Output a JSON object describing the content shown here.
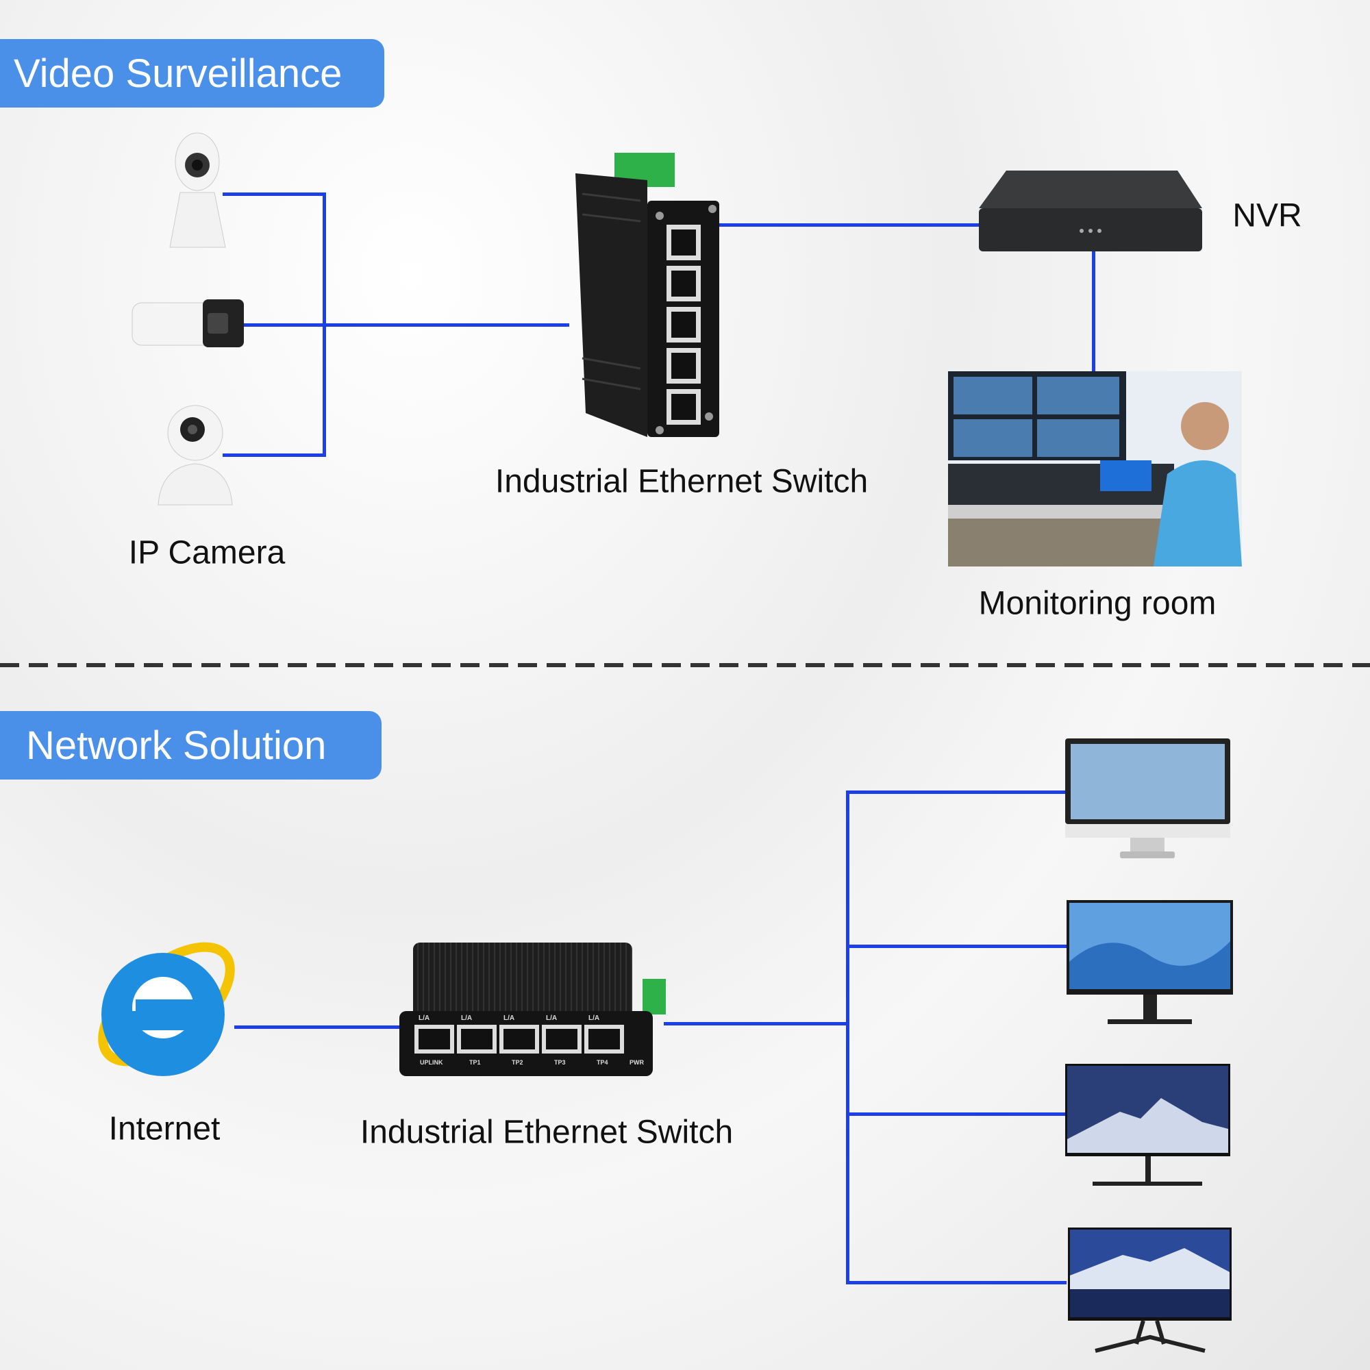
{
  "sections": [
    {
      "title": "Video Surveillance"
    },
    {
      "title": "Network Solution"
    }
  ],
  "top": {
    "camera_label": "IP Camera",
    "switch_label": "Industrial Ethernet Switch",
    "nvr_label": "NVR",
    "monitoring_label": "Monitoring room"
  },
  "bottom": {
    "internet_label": "Internet",
    "switch_label": "Industrial Ethernet Switch",
    "ports": [
      "UPLINK",
      "TP1",
      "TP2",
      "TP3",
      "TP4"
    ],
    "port_led_label": "L/A",
    "pwr_label": "PWR"
  },
  "colors": {
    "accent": "#4a90e8",
    "link": "#1d3fe6"
  },
  "icons": [
    "dome-camera-icon",
    "bullet-camera-icon",
    "ptz-camera-icon",
    "industrial-switch-icon",
    "nvr-icon",
    "monitoring-room-image",
    "internet-explorer-icon",
    "monitor-icon"
  ]
}
